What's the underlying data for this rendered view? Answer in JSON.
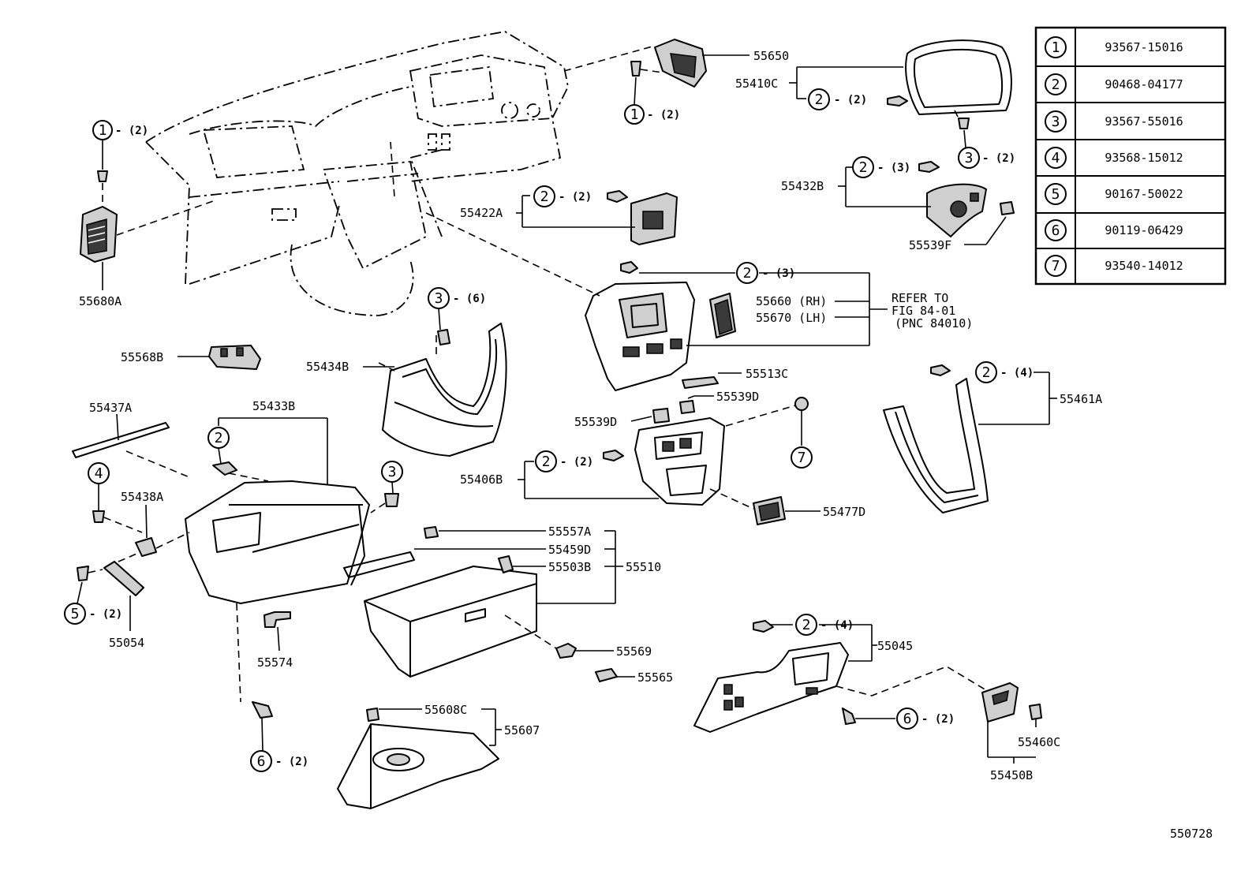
{
  "diagram_id": "550728",
  "reference_note": {
    "line1": "REFER TO",
    "line2": "FIG 84-01",
    "line3": "(PNC 84010)"
  },
  "fastener_table": [
    {
      "num": "1",
      "part": "93567-15016"
    },
    {
      "num": "2",
      "part": "90468-04177"
    },
    {
      "num": "3",
      "part": "93567-55016"
    },
    {
      "num": "4",
      "part": "93568-15012"
    },
    {
      "num": "5",
      "part": "90167-50022"
    },
    {
      "num": "6",
      "part": "90119-06429"
    },
    {
      "num": "7",
      "part": "93540-14012"
    }
  ],
  "labels": {
    "p55650": "55650",
    "p55410C": "55410C",
    "p55432B": "55432B",
    "p55539F": "55539F",
    "p55422A": "55422A",
    "p55680A": "55680A",
    "p55660": "55660 (RH)",
    "p55670": "55670 (LH)",
    "p55568B": "55568B",
    "p55434B": "55434B",
    "p55513C": "55513C",
    "p55539D_a": "55539D",
    "p55539D_b": "55539D",
    "p55461A": "55461A",
    "p55437A": "55437A",
    "p55433B": "55433B",
    "p55438A": "55438A",
    "p55406B": "55406B",
    "p55477D": "55477D",
    "p55557A": "55557A",
    "p55459D": "55459D",
    "p55503B": "55503B",
    "p55510": "55510",
    "p55054": "55054",
    "p55574": "55574",
    "p55569": "55569",
    "p55565": "55565",
    "p55045": "55045",
    "p55608C": "55608C",
    "p55607": "55607",
    "p55460C": "55460C",
    "p55450B": "55450B"
  },
  "callouts": {
    "c1_left": {
      "num": "1",
      "qty": "- (2)"
    },
    "c1_top": {
      "num": "1",
      "qty": "- (2)"
    },
    "c2_55410C": {
      "num": "2",
      "qty": "- (2)"
    },
    "c3_55410C": {
      "num": "3",
      "qty": "- (2)"
    },
    "c2_55432B": {
      "num": "2",
      "qty": "- (3)"
    },
    "c2_55422A": {
      "num": "2",
      "qty": "- (2)"
    },
    "c2_center": {
      "num": "2",
      "qty": "- (3)"
    },
    "c3_55434B": {
      "num": "3",
      "qty": "- (6)"
    },
    "c2_55461A": {
      "num": "2",
      "qty": "- (4)"
    },
    "c2_55433B": {
      "num": "2"
    },
    "c4": {
      "num": "4"
    },
    "c3_mid": {
      "num": "3"
    },
    "c2_55406B": {
      "num": "2",
      "qty": "- (2)"
    },
    "c7": {
      "num": "7"
    },
    "c5": {
      "num": "5",
      "qty": "- (2)"
    },
    "c6_bottom": {
      "num": "6",
      "qty": "- (2)"
    },
    "c2_55045": {
      "num": "2",
      "qty": "- (4)"
    },
    "c6_right": {
      "num": "6",
      "qty": "- (2)"
    }
  }
}
